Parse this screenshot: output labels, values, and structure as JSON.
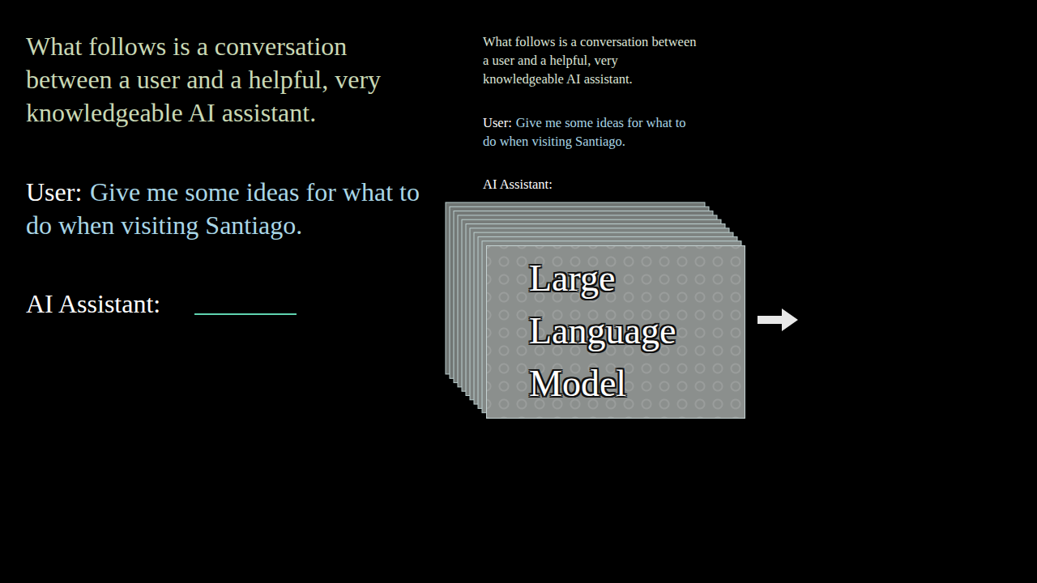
{
  "diagram": {
    "nodes": [
      {
        "text": [
          "Large Language Model"
        ]
      }
    ],
    "labels": [
      "What follows is a conversation between a user and a helpful, very knowledgeable AI assistant.",
      "User:",
      "Give me some ideas for what to do when visiting Santiago.",
      "AI Assistant:",
      "What follows is a conversation between a user and a helpful, very knowledgeable AI assistant.",
      "User:",
      "Give me some ideas for what to do when visiting Santiago.",
      "AI Assistant:"
    ]
  }
}
